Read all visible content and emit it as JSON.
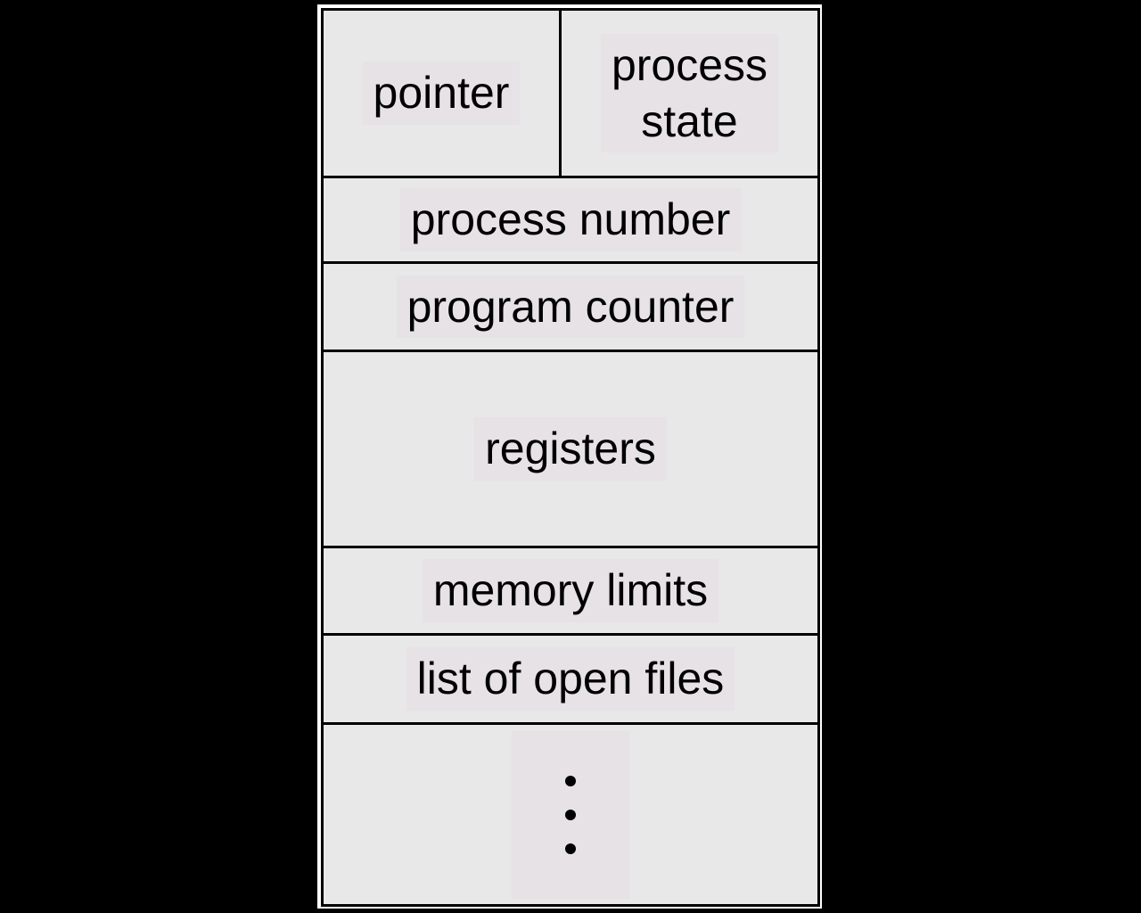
{
  "pcb": {
    "top_row": {
      "pointer": "pointer",
      "process_state": "process\nstate"
    },
    "fields": [
      "process number",
      "program counter",
      "registers",
      "memory limits",
      "list of open files"
    ]
  },
  "colors": {
    "background": "#000000",
    "box_fill": "#e8e8e8",
    "border": "#000000",
    "text": "#000000"
  }
}
